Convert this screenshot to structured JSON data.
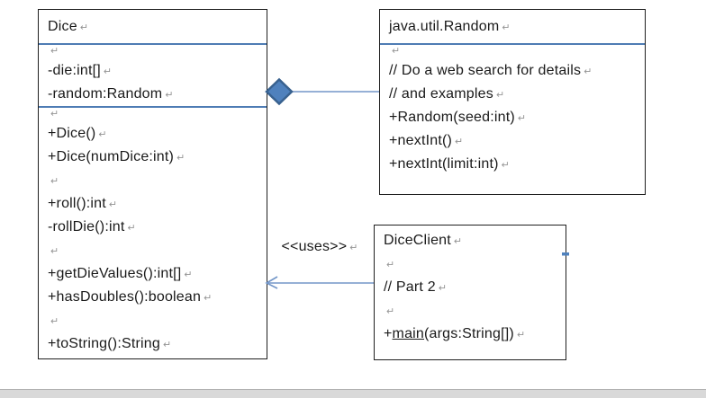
{
  "symbols": {
    "return_mark": "↵"
  },
  "colors": {
    "accent_blue": "#4f81bd",
    "diamond_border": "#38618f",
    "connector_blue": "#7396c8",
    "divider_blue": "#4e7cb4"
  },
  "dice_class": {
    "title": "Dice",
    "attributes": [
      "-die:int[]",
      "-random:Random"
    ],
    "methods": [
      "+Dice()",
      "+Dice(numDice:int)",
      "",
      "+roll():int",
      "-rollDie():int",
      "",
      "+getDieValues():int[]",
      "+hasDoubles():boolean",
      "",
      "+toString():String"
    ]
  },
  "random_class": {
    "title": "java.util.Random",
    "body": [
      "// Do a web search for details",
      "// and examples",
      "+Random(seed:int)",
      "+nextInt()",
      "+nextInt(limit:int)"
    ]
  },
  "dice_client_class": {
    "title": "DiceClient",
    "comment": "// Part 2",
    "main_prefix": "+",
    "main_underlined": "main",
    "main_suffix": "(args:String[])"
  },
  "relations": {
    "uses_label": "<<uses>>",
    "aggregation": "diamond",
    "arrow_type": "open-arrow"
  }
}
